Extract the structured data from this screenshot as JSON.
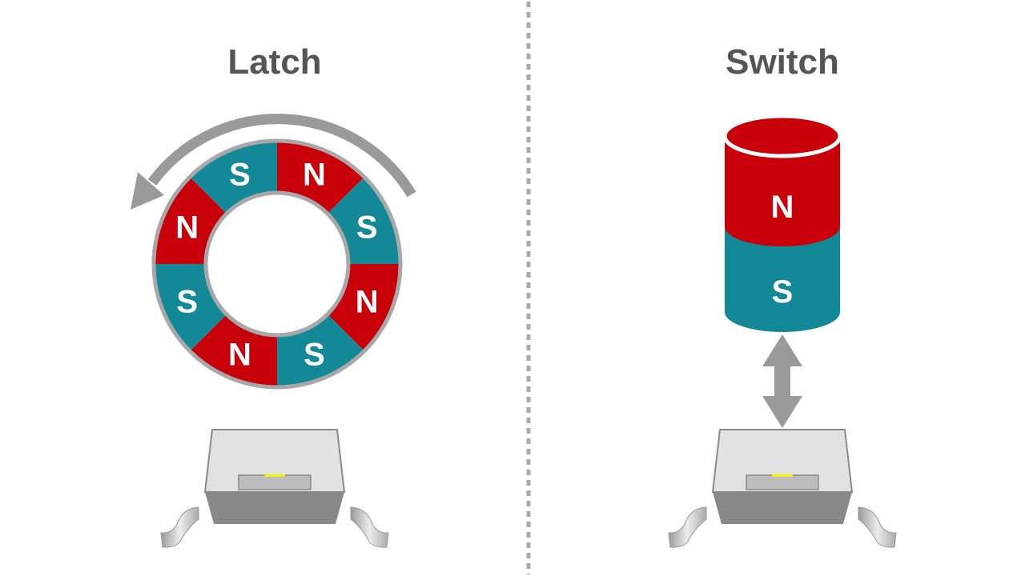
{
  "latch": {
    "title": "Latch",
    "segments": [
      "N",
      "S",
      "N",
      "S",
      "N",
      "S",
      "N",
      "S"
    ]
  },
  "switch": {
    "title": "Switch",
    "north_label": "N",
    "south_label": "S"
  },
  "colors": {
    "north": "#c8000a",
    "south": "#138897",
    "gray": "#9a9a9a",
    "title": "#555555"
  }
}
